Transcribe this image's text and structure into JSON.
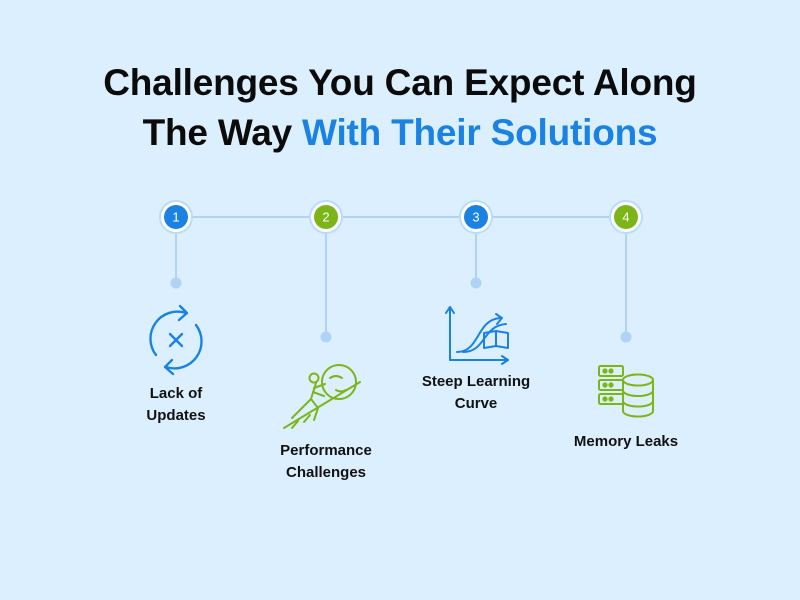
{
  "title": {
    "line1": "Challenges You Can Expect Along",
    "line2_plain": "The Way ",
    "line2_accent": "With Their Solutions"
  },
  "colors": {
    "background": "#dcefff",
    "blue": "#1a82e2",
    "green": "#7cb518",
    "connector": "#aed3f5"
  },
  "steps": [
    {
      "number": "1",
      "label_line1": "Lack of",
      "label_line2": "Updates",
      "color": "blue",
      "icon": "sync-error-icon"
    },
    {
      "number": "2",
      "label_line1": "Performance",
      "label_line2": "Challenges",
      "color": "green",
      "icon": "push-boulder-icon"
    },
    {
      "number": "3",
      "label_line1": "Steep Learning",
      "label_line2": "Curve",
      "color": "blue",
      "icon": "learning-curve-icon"
    },
    {
      "number": "4",
      "label_line1": "Memory Leaks",
      "label_line2": "",
      "color": "green",
      "icon": "database-server-icon"
    }
  ]
}
